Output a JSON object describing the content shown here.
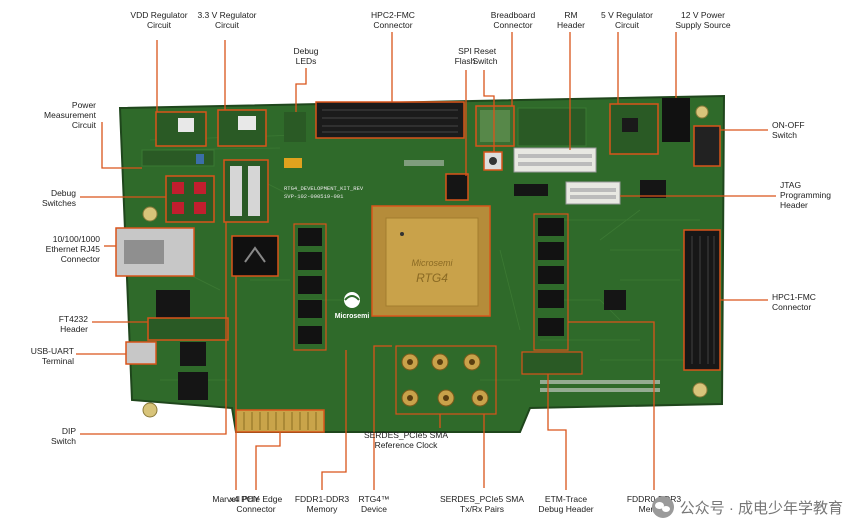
{
  "board": {
    "silkscreen_top": "RTG4_DEVELOPMENT_KIT_REV",
    "silkscreen_bottom": "SVP-102-000519-001",
    "chip_brand": "Microsemi",
    "chip_model": "RTG4",
    "logo_text": "Microsemi"
  },
  "labels": {
    "vdd_regulator": "VDD Regulator\nCircuit",
    "v33_regulator": "3.3 V Regulator\nCircuit",
    "hpc2_fmc": "HPC2-FMC\nConnector",
    "debug_leds": "Debug\nLEDs",
    "spi_flash": "SPI\nFlash",
    "reset_switch": "Reset\nSwitch",
    "breadboard": "Breadboard\nConnector",
    "rm_header": "RM\nHeader",
    "v5_regulator": "5 V Regulator\nCircuit",
    "power_12v": "12 V Power\nSupply Source",
    "power_measurement": "Power\nMeasurement\nCircuit",
    "on_off": "ON-OFF\nSwitch",
    "debug_switches": "Debug\nSwitches",
    "jtag": "JTAG\nProgramming\nHeader",
    "ethernet": "10/100/1000\nEthernet RJ45\nConnector",
    "hpc1_fmc": "HPC1-FMC\nConnector",
    "ft4232": "FT4232\nHeader",
    "usb_uart": "USB-UART\nTerminal",
    "dip_switch": "DIP\nSwitch",
    "serdes_ref_clock": "SERDES_PCIe5 SMA\nReference Clock",
    "marvell_phy": "Marvell PHY",
    "pcie_edge": "x4 PCIe Edge\nConnector",
    "fddr1": "FDDR1-DDR3\nMemory",
    "rtg4_device": "RTG4™\nDevice",
    "serdes_txrx": "SERDES_PCIe5 SMA\nTx/Rx Pairs",
    "etm_trace": "ETM-Trace\nDebug Header",
    "fddr0": "FDDR0-DDR3\nMemory"
  },
  "watermark": {
    "text": "公众号 · 成电少年学教育"
  },
  "colors": {
    "pcb": "#2f6a2a",
    "pcb_dark": "#234f20",
    "leader": "#d9541a",
    "chip": "#c9a24a"
  }
}
